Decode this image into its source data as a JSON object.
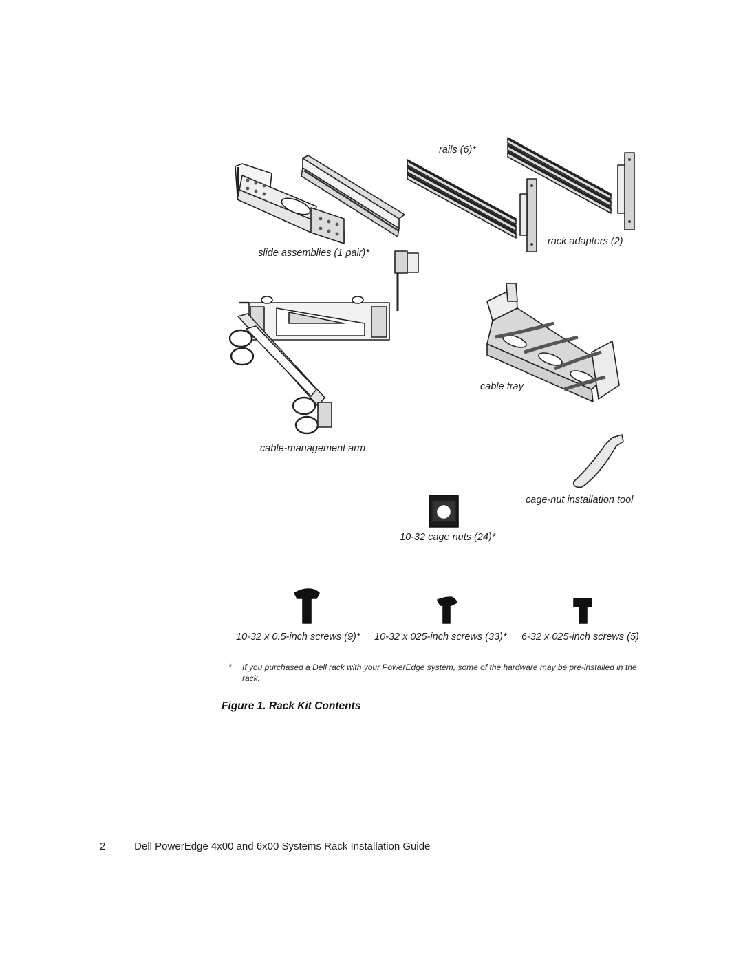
{
  "figure": {
    "labels": {
      "rails": "rails (6)*",
      "rack_adapters": "rack adapters (2)",
      "slide_assemblies": "slide assemblies (1 pair)*",
      "cable_tray": "cable tray",
      "cable_management_arm": "cable-management arm",
      "cage_nut_tool": "cage-nut installation tool",
      "cage_nuts": "10-32 cage nuts (24)*",
      "screws_05": "10-32 x 0.5-inch screws (9)*",
      "screws_025_1032": "10-32 x 025-inch screws (33)*",
      "screws_025_632": "6-32 x 025-inch screws (5)"
    },
    "footnote_mark": "*",
    "footnote": "If you purchased a Dell rack with your PowerEdge system, some of the hardware may be pre-installed in the rack.",
    "caption": "Figure 1.  Rack Kit Contents"
  },
  "footer": {
    "page_number": "2",
    "title": "Dell PowerEdge 4x00 and 6x00 Systems Rack Installation Guide"
  }
}
